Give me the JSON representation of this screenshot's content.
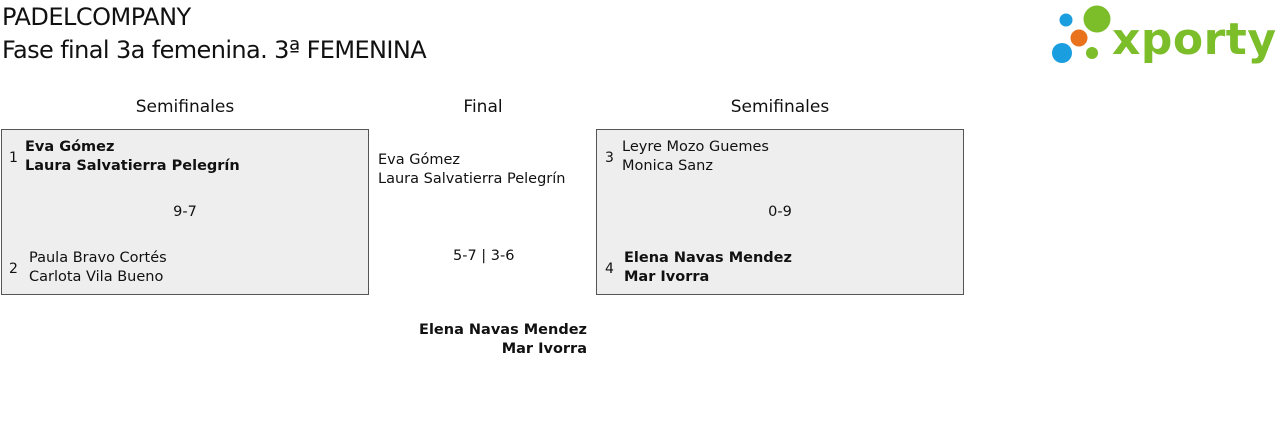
{
  "header": {
    "club_name": "PADELCOMPANY",
    "tournament_title": "Fase final 3a femenina. 3ª FEMENINA",
    "logo_text": "xporty"
  },
  "colors": {
    "logo_green": "#7cbd2a",
    "logo_blue": "#1a9ee0",
    "logo_orange": "#e8731c",
    "box_background": "#eeeeee",
    "box_border": "#555555"
  },
  "bracket": {
    "left_column_title": "Semifinales",
    "center_column_title": "Final",
    "right_column_title": "Semifinales",
    "left_match": {
      "team_a": {
        "seed": "1",
        "player1": "Eva Gómez",
        "player2": "Laura Salvatierra Pelegrín"
      },
      "score": "9-7",
      "team_b": {
        "seed": "2",
        "player1": "Paula Bravo Cortés",
        "player2": "Carlota Vila Bueno"
      }
    },
    "right_match": {
      "team_a": {
        "seed": "3",
        "player1": "Leyre Mozo Guemes",
        "player2": "Monica Sanz"
      },
      "score": "0-9",
      "team_b": {
        "seed": "4",
        "player1": "Elena Navas Mendez",
        "player2": "Mar Ivorra"
      }
    },
    "final": {
      "team_a": {
        "player1": "Eva Gómez",
        "player2": "Laura Salvatierra Pelegrín"
      },
      "score": "5-7 | 3-6",
      "champion": {
        "player1": "Elena Navas Mendez",
        "player2": "Mar Ivorra"
      }
    }
  }
}
